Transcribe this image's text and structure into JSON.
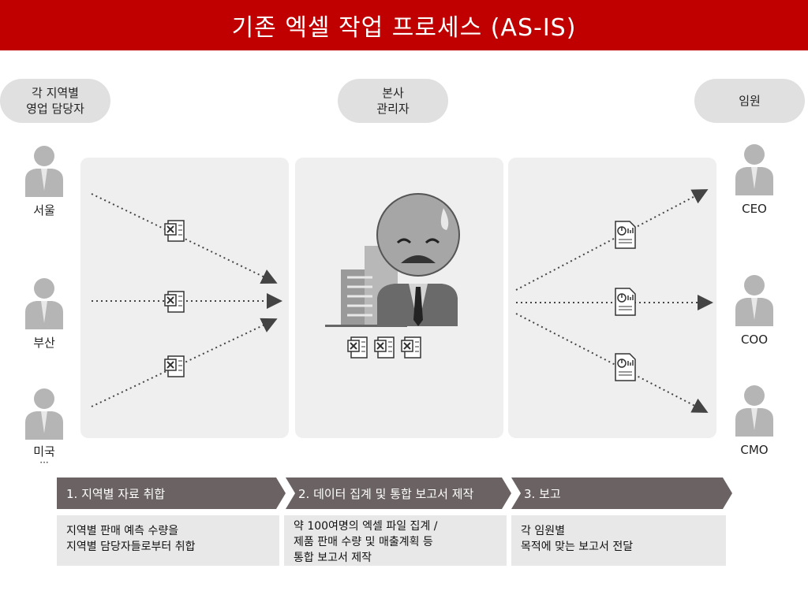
{
  "title": "기존 엑셀 작업 프로세스 (AS-IS)",
  "roles": {
    "regional": "각 지역별\n영업 담당자",
    "hq": "본사\n관리자",
    "exec": "임원"
  },
  "regions": [
    "서울",
    "부산",
    "미국"
  ],
  "regions_more": "···",
  "executives": [
    "CEO",
    "COO",
    "CMO"
  ],
  "steps": [
    {
      "label": "1. 지역별 자료 취합",
      "desc": "지역별 판매 예측 수량을\n지역별 담당자들로부터 취합"
    },
    {
      "label": "2. 데이터 집계 및 통합 보고서 제작",
      "desc": "약 100여명의 엑셀 파일 집계 /\n제품 판매 수량 및 매출계획 등\n통합 보고서 제작"
    },
    {
      "label": "3. 보고",
      "desc": "각 임원별\n목적에 맞는 보고서 전달"
    }
  ],
  "colors": {
    "title_bg": "#c00000",
    "step_bg": "#6b6363",
    "panel_bg": "#efefef"
  },
  "icons": [
    "excel-file-icon",
    "report-file-icon",
    "person-icon",
    "building-icon",
    "sad-face-icon"
  ]
}
